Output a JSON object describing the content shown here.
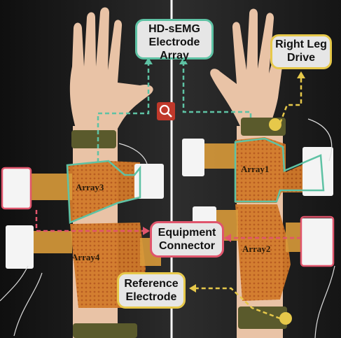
{
  "callouts": {
    "hd_semg": {
      "line1": "HD-sEMG",
      "line2": "Electrode",
      "line3": "Array"
    },
    "right_leg_drive": {
      "line1": "Right Leg",
      "line2": "Drive"
    },
    "equipment_connector": {
      "line1": "Equipment",
      "line2": "Connector"
    },
    "reference_electrode": {
      "line1": "Reference",
      "line2": "Electrode"
    }
  },
  "array_labels": {
    "array1": "Array1",
    "array2": "Array2",
    "array3": "Array3",
    "array4": "Array4"
  },
  "colors": {
    "teal_outline": "#5ec2a4",
    "yellow_outline": "#e6c84a",
    "red_outline": "#e0556c",
    "skin": "#e9c3a6",
    "electrode_orange": "#d27a2a",
    "strap_olive": "#5a5a2c"
  },
  "icons": {
    "search": "search-icon"
  }
}
